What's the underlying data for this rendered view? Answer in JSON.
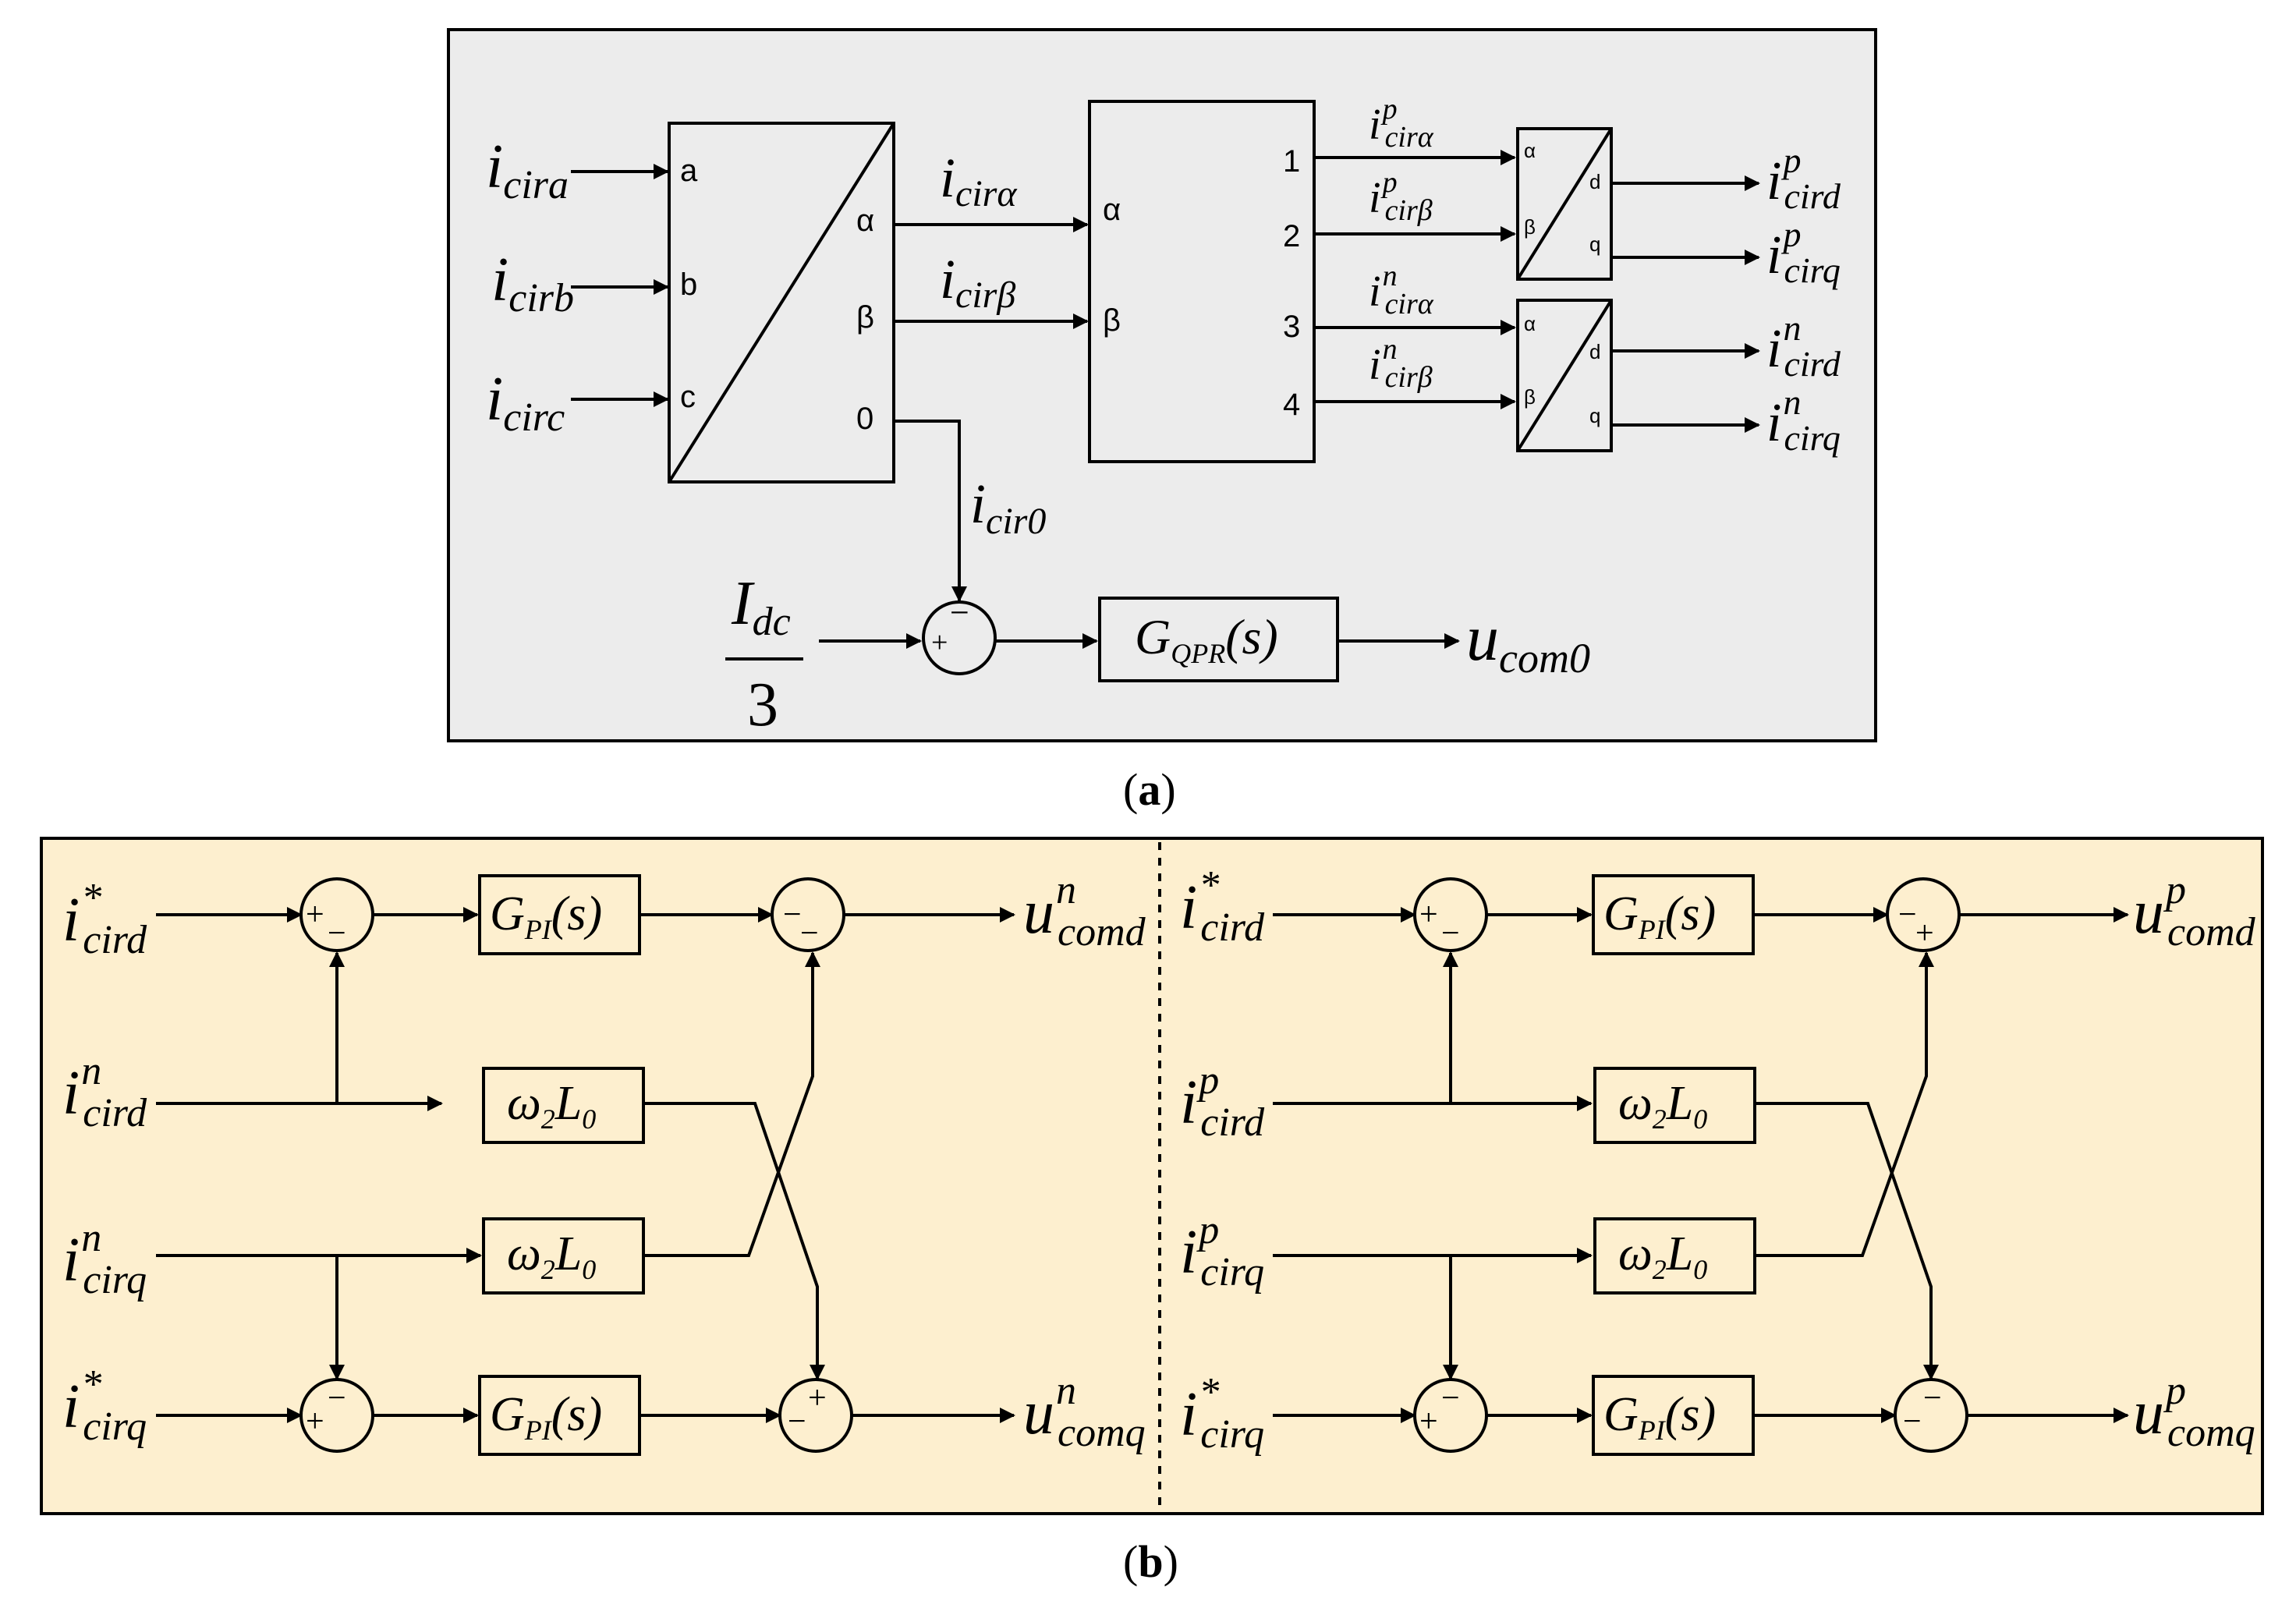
{
  "panel_a": {
    "caption_open": "(",
    "caption_letter": "a",
    "caption_close": ")",
    "clarke_inputs": [
      {
        "base": "i",
        "sub": "cira",
        "port": "a"
      },
      {
        "base": "i",
        "sub": "cirb",
        "port": "b"
      },
      {
        "base": "i",
        "sub": "circ",
        "port": "c"
      }
    ],
    "clarke_outputs": [
      "α",
      "β",
      "0"
    ],
    "alpha_signal": {
      "base": "i",
      "sub": "cirα"
    },
    "beta_signal": {
      "base": "i",
      "sub": "cirβ"
    },
    "zero_signal": {
      "base": "i",
      "sub": "cir0"
    },
    "seq_inputs": [
      "α",
      "β"
    ],
    "seq_outputs": [
      {
        "num": "1",
        "base": "i",
        "sup": "p",
        "sub": "cirα"
      },
      {
        "num": "2",
        "base": "i",
        "sup": "p",
        "sub": "cirβ"
      },
      {
        "num": "3",
        "base": "i",
        "sup": "n",
        "sub": "cirα"
      },
      {
        "num": "4",
        "base": "i",
        "sup": "n",
        "sub": "cirβ"
      }
    ],
    "park_ports": {
      "in1": "α",
      "in2": "β",
      "out1": "d",
      "out2": "q"
    },
    "park_outputs": [
      {
        "base": "i",
        "sup": "p",
        "sub": "cird"
      },
      {
        "base": "i",
        "sup": "p",
        "sub": "cirq"
      },
      {
        "base": "i",
        "sup": "n",
        "sub": "cird"
      },
      {
        "base": "i",
        "sup": "n",
        "sub": "cirq"
      }
    ],
    "idc": {
      "base": "I",
      "sub": "dc",
      "den": "3"
    },
    "sum_signs": {
      "plus": "+",
      "minus": "−"
    },
    "qpr_block": {
      "g": "G",
      "sub": "QPR",
      "arg": "(s)"
    },
    "output": {
      "base": "u",
      "sub": "com0"
    }
  },
  "panel_b": {
    "caption_open": "(",
    "caption_letter": "b",
    "caption_close": ")",
    "left": {
      "ref_d": {
        "base": "i",
        "sup": "*",
        "sub": "cird"
      },
      "meas_d": {
        "base": "i",
        "sup": "n",
        "sub": "cird"
      },
      "meas_q": {
        "base": "i",
        "sup": "n",
        "sub": "cirq"
      },
      "ref_q": {
        "base": "i",
        "sup": "*",
        "sub": "cirq"
      },
      "out_d": {
        "base": "u",
        "sup": "n",
        "sub": "comd"
      },
      "out_q": {
        "base": "u",
        "sup": "n",
        "sub": "comq"
      },
      "sum_d1": {
        "a": "+",
        "b": "−"
      },
      "sum_d2": {
        "a": "−",
        "b": "−"
      },
      "sum_q1": {
        "a": "+",
        "b": "−"
      },
      "sum_q2": {
        "a": "−",
        "b": "+"
      }
    },
    "right": {
      "ref_d": {
        "base": "i",
        "sup": "*",
        "sub": "cird"
      },
      "meas_d": {
        "base": "i",
        "sup": "p",
        "sub": "cird"
      },
      "meas_q": {
        "base": "i",
        "sup": "p",
        "sub": "cirq"
      },
      "ref_q": {
        "base": "i",
        "sup": "*",
        "sub": "cirq"
      },
      "out_d": {
        "base": "u",
        "sup": "p",
        "sub": "comd"
      },
      "out_q": {
        "base": "u",
        "sup": "p",
        "sub": "comq"
      },
      "sum_d1": {
        "a": "+",
        "b": "−"
      },
      "sum_d2": {
        "a": "−",
        "b": "+"
      },
      "sum_q1": {
        "a": "+",
        "b": "−"
      },
      "sum_q2": {
        "a": "−",
        "b": "−"
      }
    },
    "pi_block": {
      "g": "G",
      "sub": "PI",
      "arg": "(s)"
    },
    "wl_block": {
      "w": "ω",
      "wsub": "2",
      "l": "L",
      "lsub": "0"
    }
  },
  "colors": {
    "panel_a_bg": "#ececec",
    "panel_b_bg": "#fdefcf",
    "block_fill": "#fdefcf",
    "ink": "#000000"
  }
}
